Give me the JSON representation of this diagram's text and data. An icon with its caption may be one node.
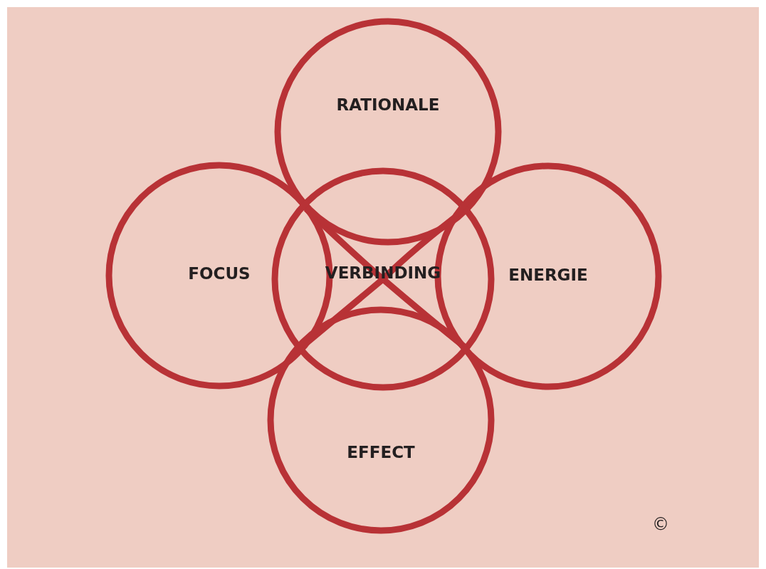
{
  "diagram": {
    "nodes": [
      {
        "text": [
          "RATIONALE"
        ]
      },
      {
        "text": [
          "FOCUS"
        ]
      },
      {
        "text": [
          "VERBINDING"
        ]
      },
      {
        "text": [
          "ENERGIE"
        ]
      },
      {
        "text": [
          "EFFECT"
        ]
      }
    ],
    "labels": [
      "©"
    ]
  }
}
